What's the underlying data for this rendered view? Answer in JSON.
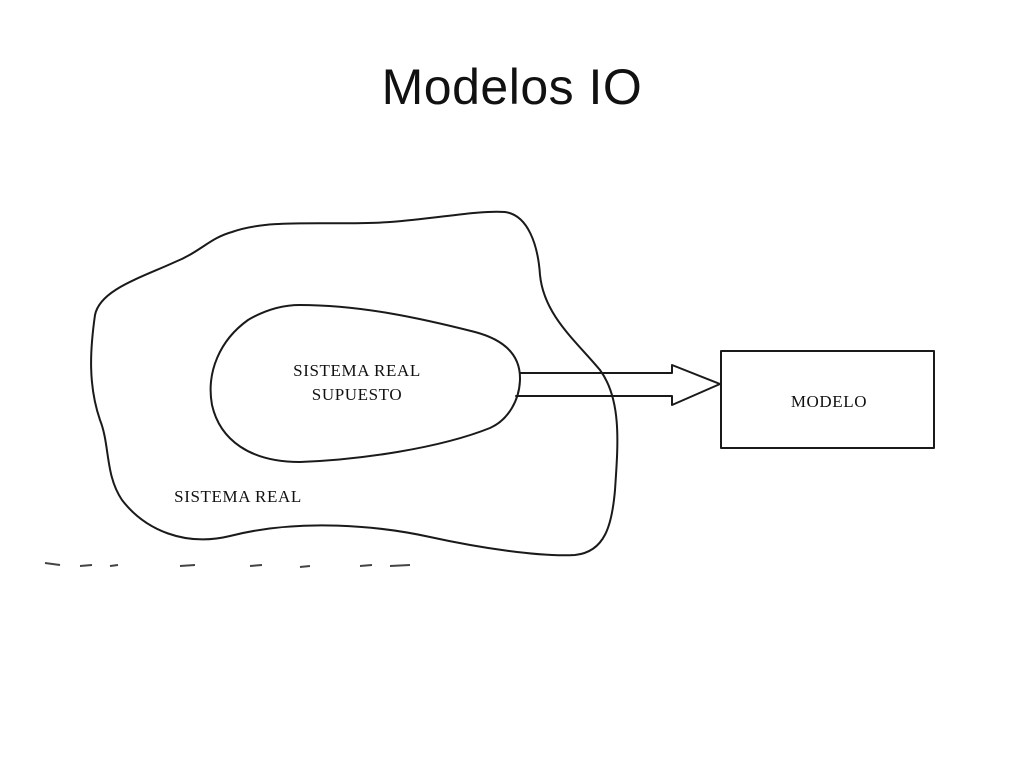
{
  "title": "Modelos IO",
  "diagram": {
    "outer_label": "SISTEMA REAL",
    "inner_label_line1": "SISTEMA REAL",
    "inner_label_line2": "SUPUESTO",
    "model_label": "MODELO"
  }
}
